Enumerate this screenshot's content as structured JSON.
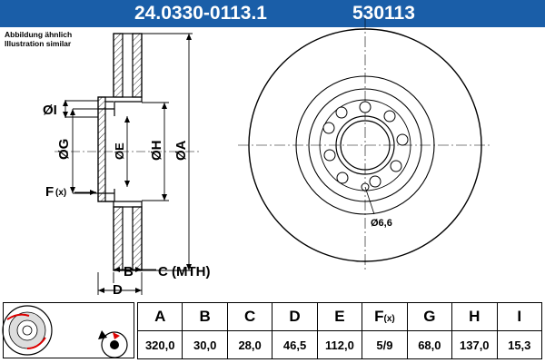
{
  "header": {
    "part_number": "24.0330-0113.1",
    "short_number": "530113"
  },
  "note": {
    "line1": "Abbildung ähnlich",
    "line2": "Illustration similar"
  },
  "labels": {
    "dI": "ØI",
    "dG": "ØG",
    "dE": "ØE",
    "dH": "ØH",
    "dA": "ØA",
    "F": "F",
    "F_sub": "(x)",
    "B": "B",
    "C": "C (MTH)",
    "D": "D",
    "hole": "Ø6,6"
  },
  "specs": {
    "columns": [
      "A",
      "B",
      "C",
      "D",
      "E",
      "F",
      "G",
      "H",
      "I"
    ],
    "F_suffix": "(x)",
    "values": [
      "320,0",
      "30,0",
      "28,0",
      "46,5",
      "112,0",
      "5/9",
      "68,0",
      "137,0",
      "15,3"
    ]
  }
}
